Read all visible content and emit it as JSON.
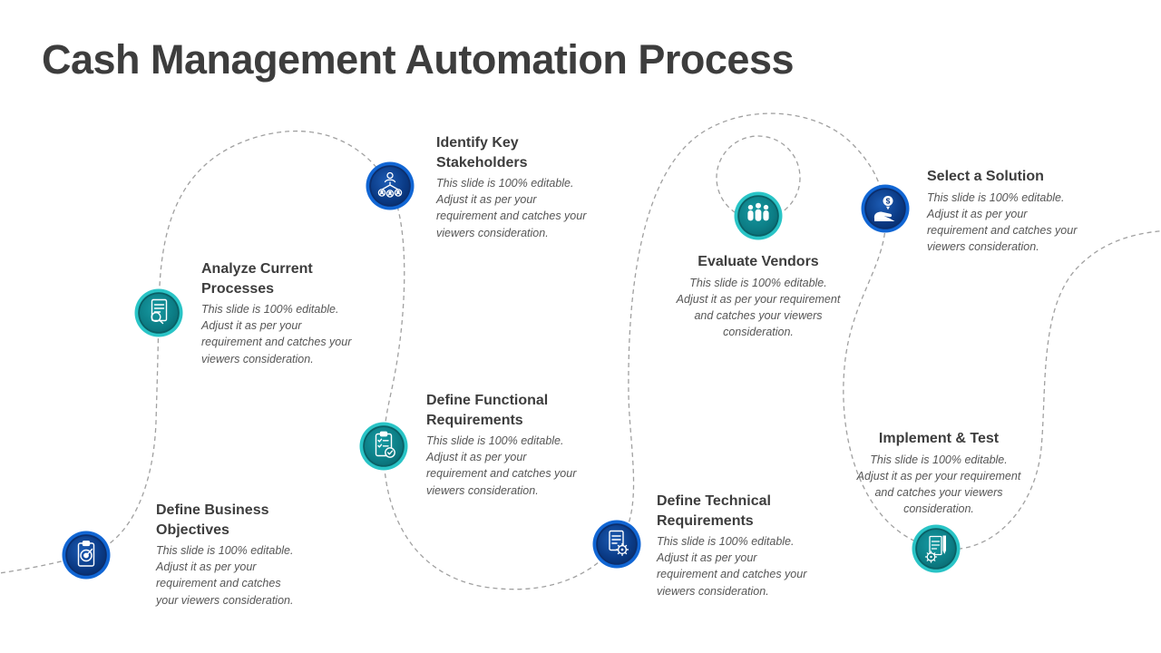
{
  "slide": {
    "title": "Cash Management Automation Process",
    "background": "#ffffff"
  },
  "colors": {
    "blue_ring": "#1166d4",
    "blue_inner": "#0a3a85",
    "teal_ring": "#29c4c6",
    "teal_inner": "#0c7d85",
    "title_text": "#3d3d3d",
    "body_text": "#565656",
    "dashed_path": "#a0a0a0"
  },
  "steps": [
    {
      "title": "Define Business Objectives",
      "desc": "This slide is 100% editable. Adjust it as per your requirement and catches your viewers consideration.",
      "icon": "clipboard-target-icon",
      "accent": "blue"
    },
    {
      "title": "Analyze Current Processes",
      "desc": "This slide is 100% editable. Adjust it as per your requirement and catches your viewers consideration.",
      "icon": "document-magnifier-icon",
      "accent": "teal"
    },
    {
      "title": "Identify Key Stakeholders",
      "desc": "This slide is 100% editable. Adjust it as per your requirement and catches your viewers consideration.",
      "icon": "stakeholders-hierarchy-icon",
      "accent": "blue"
    },
    {
      "title": "Define Functional Requirements",
      "desc": "This slide is 100% editable. Adjust it as per your requirement and catches your viewers consideration.",
      "icon": "checklist-check-icon",
      "accent": "teal"
    },
    {
      "title": "Define Technical Requirements",
      "desc": "This slide is 100% editable. Adjust it as per your requirement and catches your viewers consideration.",
      "icon": "document-gear-icon",
      "accent": "blue"
    },
    {
      "title": "Evaluate Vendors",
      "desc": "This slide is 100% editable. Adjust it as per your requirement and catches your viewers consideration.",
      "icon": "team-people-icon",
      "accent": "teal"
    },
    {
      "title": "Select a Solution",
      "desc": "This slide is 100% editable. Adjust it as per your requirement and catches your viewers consideration.",
      "icon": "hand-dollar-icon",
      "accent": "blue"
    },
    {
      "title": "Implement & Test",
      "desc": "This slide is 100% editable. Adjust it as per your requirement and catches your viewers consideration.",
      "icon": "document-pencil-gear-icon",
      "accent": "teal"
    }
  ]
}
